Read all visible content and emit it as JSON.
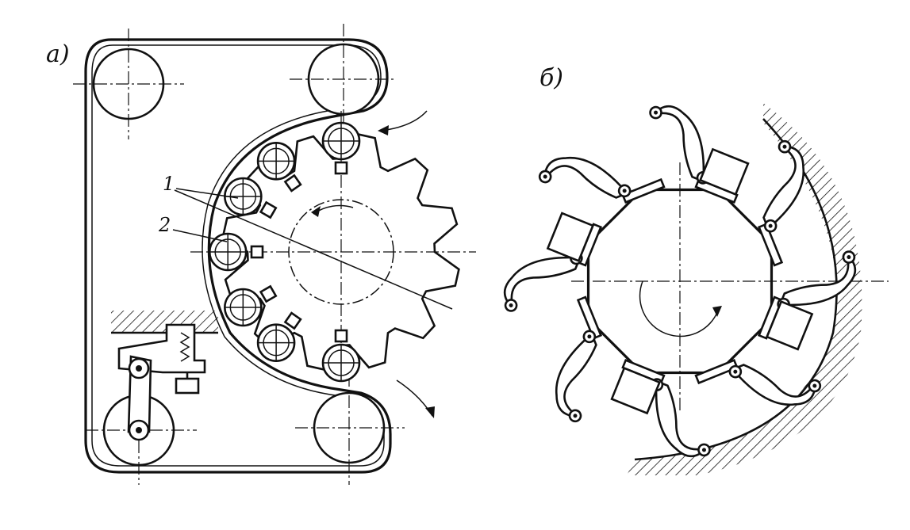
{
  "labels": {
    "panel_a": "a)",
    "panel_b": "б)",
    "callout_1": "1",
    "callout_2": "2"
  }
}
